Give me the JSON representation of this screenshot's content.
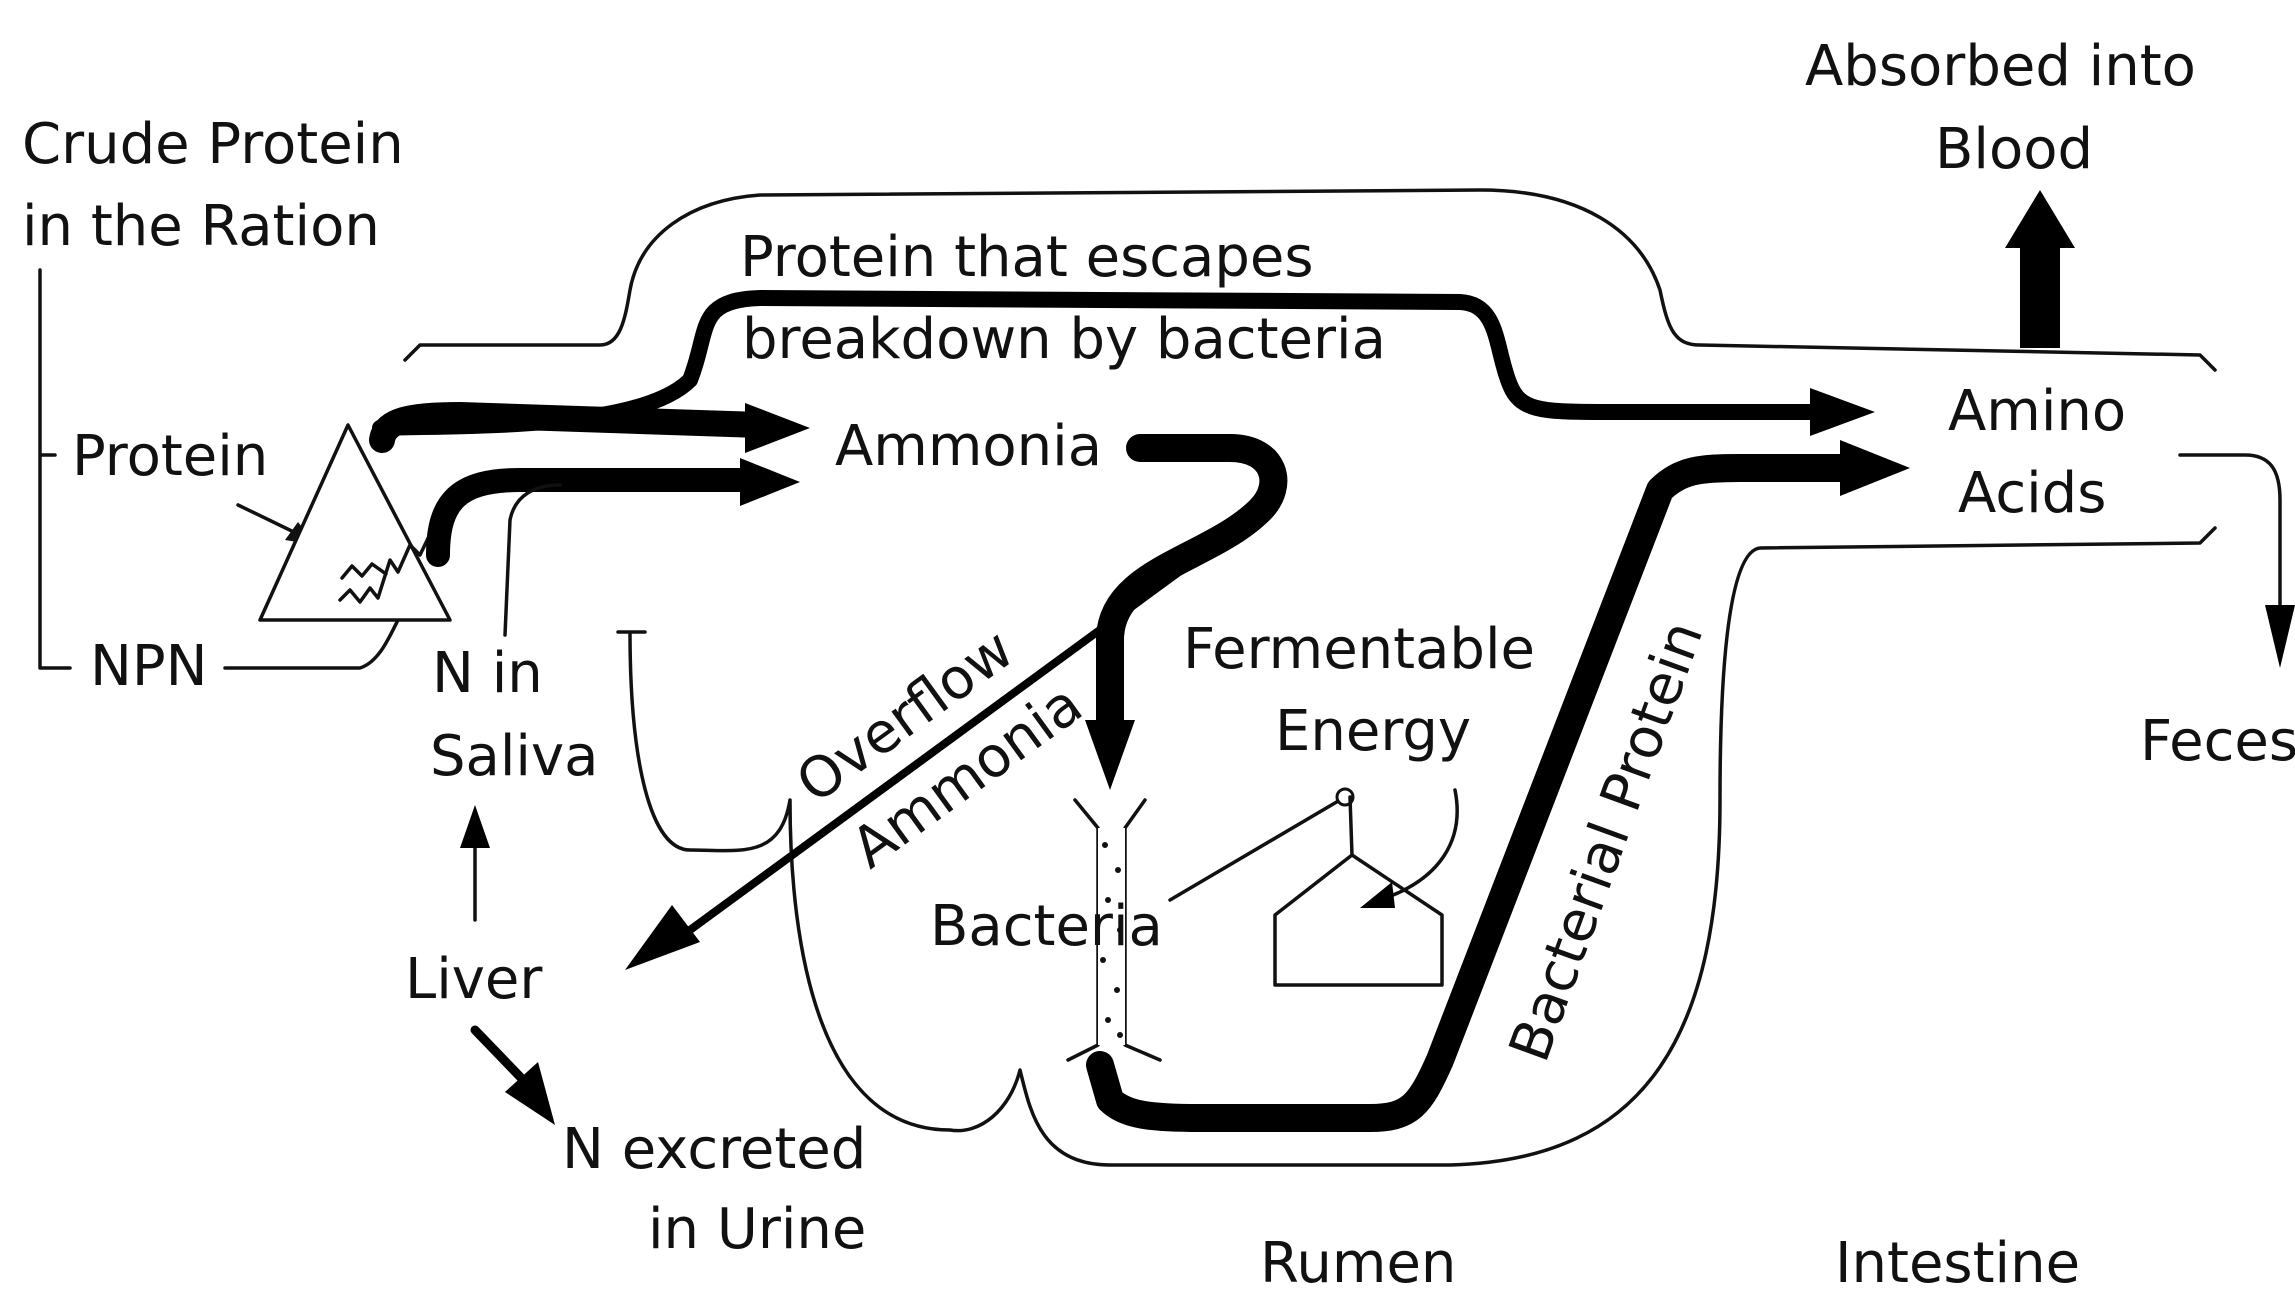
{
  "labels": {
    "crude_protein_1": "Crude Protein",
    "crude_protein_2": "in the Ration",
    "protein": "Protein",
    "npn": "NPN",
    "escape_1": "Protein that escapes",
    "escape_2": "breakdown by bacteria",
    "ammonia": "Ammonia",
    "absorbed_1": "Absorbed into",
    "absorbed_2": "Blood",
    "amino_1": "Amino",
    "amino_2": "Acids",
    "feces": "Feces",
    "n_saliva_1": "N in",
    "n_saliva_2": "Saliva",
    "liver": "Liver",
    "urine_1": "N excreted",
    "urine_2": "in Urine",
    "overflow_1": "Overflow",
    "overflow_2": "Ammonia",
    "bacteria": "Bacteria",
    "ferm_1": "Fermentable",
    "ferm_2": "Energy",
    "bacterial_protein": "Bacterial Protein",
    "rumen": "Rumen",
    "intestine": "Intestine"
  },
  "colors": {
    "ink": "#111111",
    "background": "#ffffff"
  }
}
